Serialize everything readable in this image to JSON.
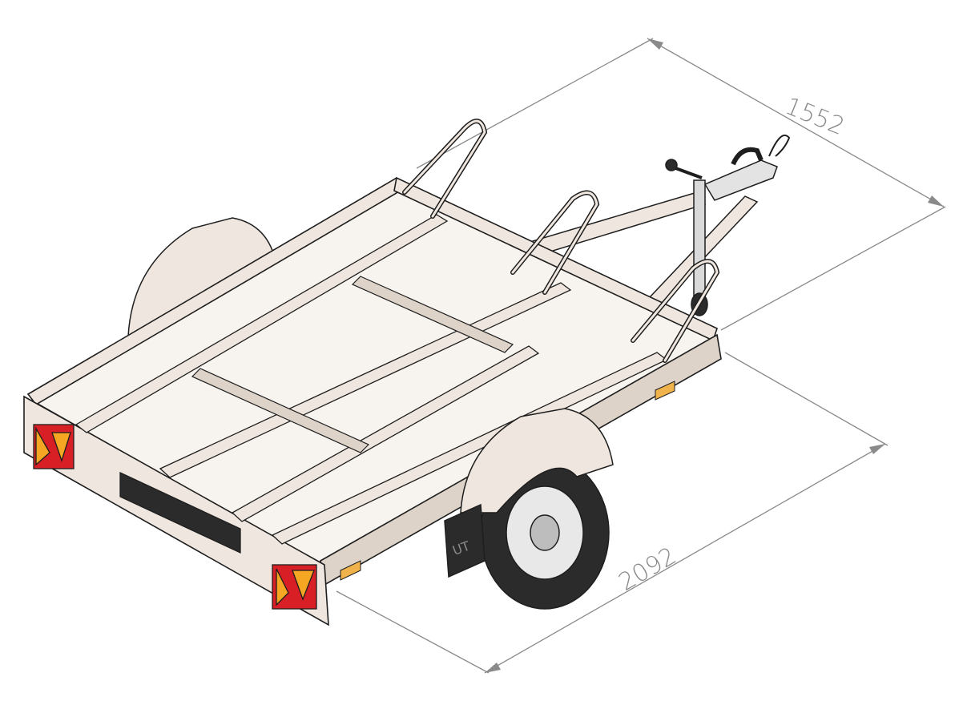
{
  "drawing": {
    "dimensions": {
      "width_label": "1552",
      "length_label": "2092"
    },
    "colors": {
      "frame": "#efe7df",
      "frame_shade": "#ddd3c9",
      "outline": "#1e1e1e",
      "tire": "#2b2b2b",
      "hub": "#e8e8e8",
      "dimension_line": "#8a8a8a",
      "lamp_red": "#d81f26",
      "lamp_amber": "#f5a623",
      "reflector": "#f0b24a",
      "background": "#ffffff"
    },
    "labels": {
      "mudflap_logo": "UT"
    }
  }
}
